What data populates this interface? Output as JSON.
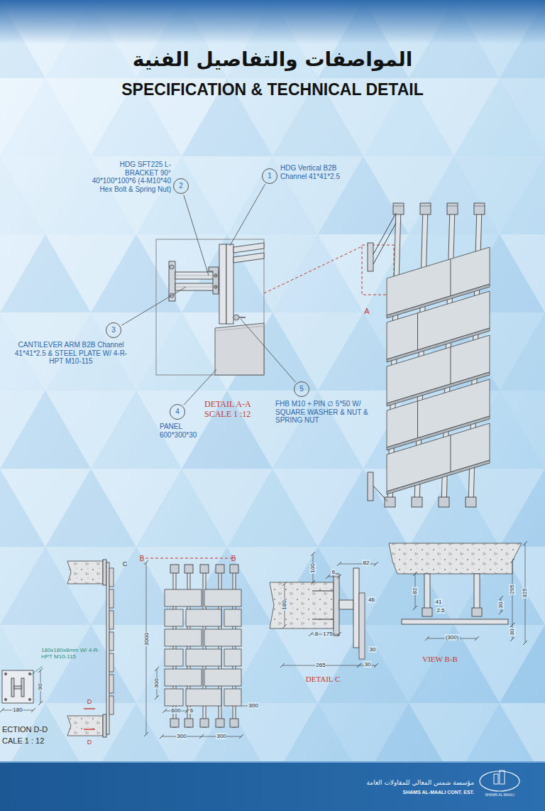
{
  "diagram": {
    "title": "SPECIFICATION & TECHNICAL DETAIL",
    "nodes": [
      {
        "text": [
          "1"
        ]
      },
      {
        "text": [
          "2"
        ]
      },
      {
        "text": [
          "3"
        ]
      },
      {
        "text": [
          "5"
        ]
      },
      {
        "text": [
          "4"
        ]
      }
    ],
    "labels": [
      "المواصفات والتفاصيل الفنية",
      "HDG SFT225 L-BRACKET 90° 40*100*100*6 (4-M10*40 Hex Bolt & Spring Nut)",
      "HDG Vertical B2B Channel 41*41*2.5",
      "CANTILEVER ARM B2B Channel 41*41*2.5 & STEEL PLATE W/ 4-R-HPT M10-115",
      "FHB M10 + PIN ∅ 5*50 W/ SQUARE WASHER & NUT & SPRING NUT",
      "DETAIL A-A SCALE 1 :12",
      "PANEL 600*300*30",
      "A",
      "B",
      "B",
      "C",
      "3000",
      "180x180x8mm W/ 4-R-HPT M10-115",
      "90",
      "180",
      "ECTION D-D",
      "CALE 1 : 12",
      "D",
      "D",
      "300",
      "600",
      "6",
      "300",
      "300",
      "300",
      "100",
      "6",
      "82",
      "46",
      "180",
      "8",
      "175",
      "30",
      "265",
      "30",
      "DETAIL C",
      "82",
      "41",
      "2.5",
      "30",
      "295",
      "325",
      "30",
      "(300)",
      "VIEW B-B",
      "مؤسسة شمس المعالي للمقاولات العامة",
      "SHAMS AL-MAALI CONT. EST.",
      "SHAMS AL MAALI"
    ]
  }
}
